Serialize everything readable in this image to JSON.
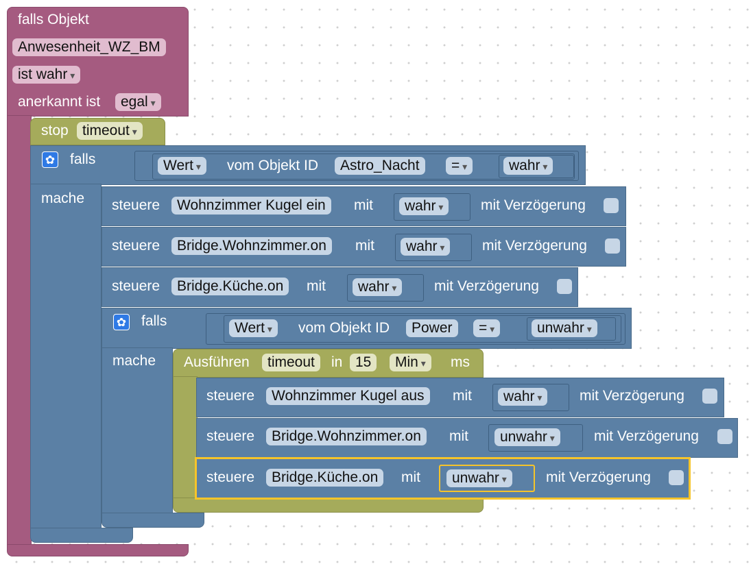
{
  "event_block": {
    "header": "falls Objekt",
    "object_id": "Anwesenheit_WZ_BM",
    "condition": "ist wahr",
    "ack_label": "anerkannt ist",
    "ack_value": "egal"
  },
  "stop_block": {
    "label": "stop",
    "timer": "timeout"
  },
  "if_block_1": {
    "falls": "falls",
    "mache": "mache",
    "value_dropdown": "Wert",
    "from_object": "vom Objekt ID",
    "object_id": "Astro_Nacht",
    "operator": "=",
    "compare_value": "wahr"
  },
  "control_blocks": [
    {
      "keyword": "steuere",
      "target": "Wohnzimmer Kugel ein",
      "mit": "mit",
      "value": "wahr",
      "delay_label": "mit Verzögerung"
    },
    {
      "keyword": "steuere",
      "target": "Bridge.Wohnzimmer.on",
      "mit": "mit",
      "value": "wahr",
      "delay_label": "mit Verzögerung"
    },
    {
      "keyword": "steuere",
      "target": "Bridge.Küche.on",
      "mit": "mit",
      "value": "wahr",
      "delay_label": "mit Verzögerung"
    }
  ],
  "if_block_2": {
    "falls": "falls",
    "mache": "mache",
    "value_dropdown": "Wert",
    "from_object": "vom Objekt ID",
    "object_id": "Power",
    "operator": "=",
    "compare_value": "unwahr"
  },
  "timeout_block": {
    "label": "Ausführen",
    "timer": "timeout",
    "in": "in",
    "amount": "15",
    "unit": "Min",
    "ms": "ms"
  },
  "inner_control_blocks": [
    {
      "keyword": "steuere",
      "target": "Wohnzimmer Kugel aus",
      "mit": "mit",
      "value": "wahr",
      "delay_label": "mit Verzögerung"
    },
    {
      "keyword": "steuere",
      "target": "Bridge.Wohnzimmer.on",
      "mit": "mit",
      "value": "unwahr",
      "delay_label": "mit Verzögerung"
    },
    {
      "keyword": "steuere",
      "target": "Bridge.Küche.on",
      "mit": "mit",
      "value": "unwahr",
      "delay_label": "mit Verzögerung",
      "selected": true
    }
  ],
  "colors": {
    "trigger": "#a55b80",
    "timer": "#a5ab5b",
    "logic": "#5b80a5",
    "selection": "#f6c42a",
    "gear": "#2f7ae5"
  }
}
